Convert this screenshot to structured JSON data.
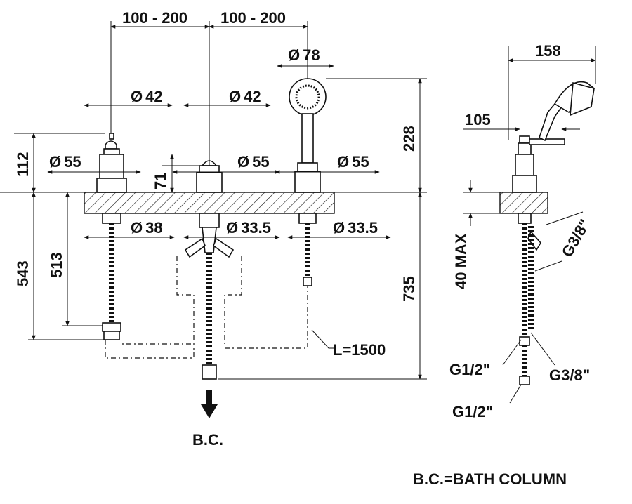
{
  "dimensions": {
    "span_left": "100 - 200",
    "span_right": "100 - 200",
    "d_handshower": "78",
    "d_left_top": "42",
    "d_mid_top": "42",
    "d_left_base": "55",
    "d_mid_base": "55",
    "d_right_base": "55",
    "d_left_shank": "38",
    "d_mid_shank": "33.5",
    "d_right_shank": "33.5",
    "h_112": "112",
    "h_71": "71",
    "h_228": "228",
    "h_543": "543",
    "h_513": "513",
    "h_735": "735",
    "hose_length": "L=1500",
    "side_158": "158",
    "side_105": "105",
    "side_40max": "40 MAX",
    "thread_g38_top": "G3/8\"",
    "thread_g12_a": "G1/2\"",
    "thread_g38_b": "G3/8\"",
    "thread_g12_b": "G1/2\""
  },
  "diameter_symbol": "Ø",
  "labels": {
    "bc": "B.C.",
    "legend": "B.C.=BATH COLUMN"
  }
}
